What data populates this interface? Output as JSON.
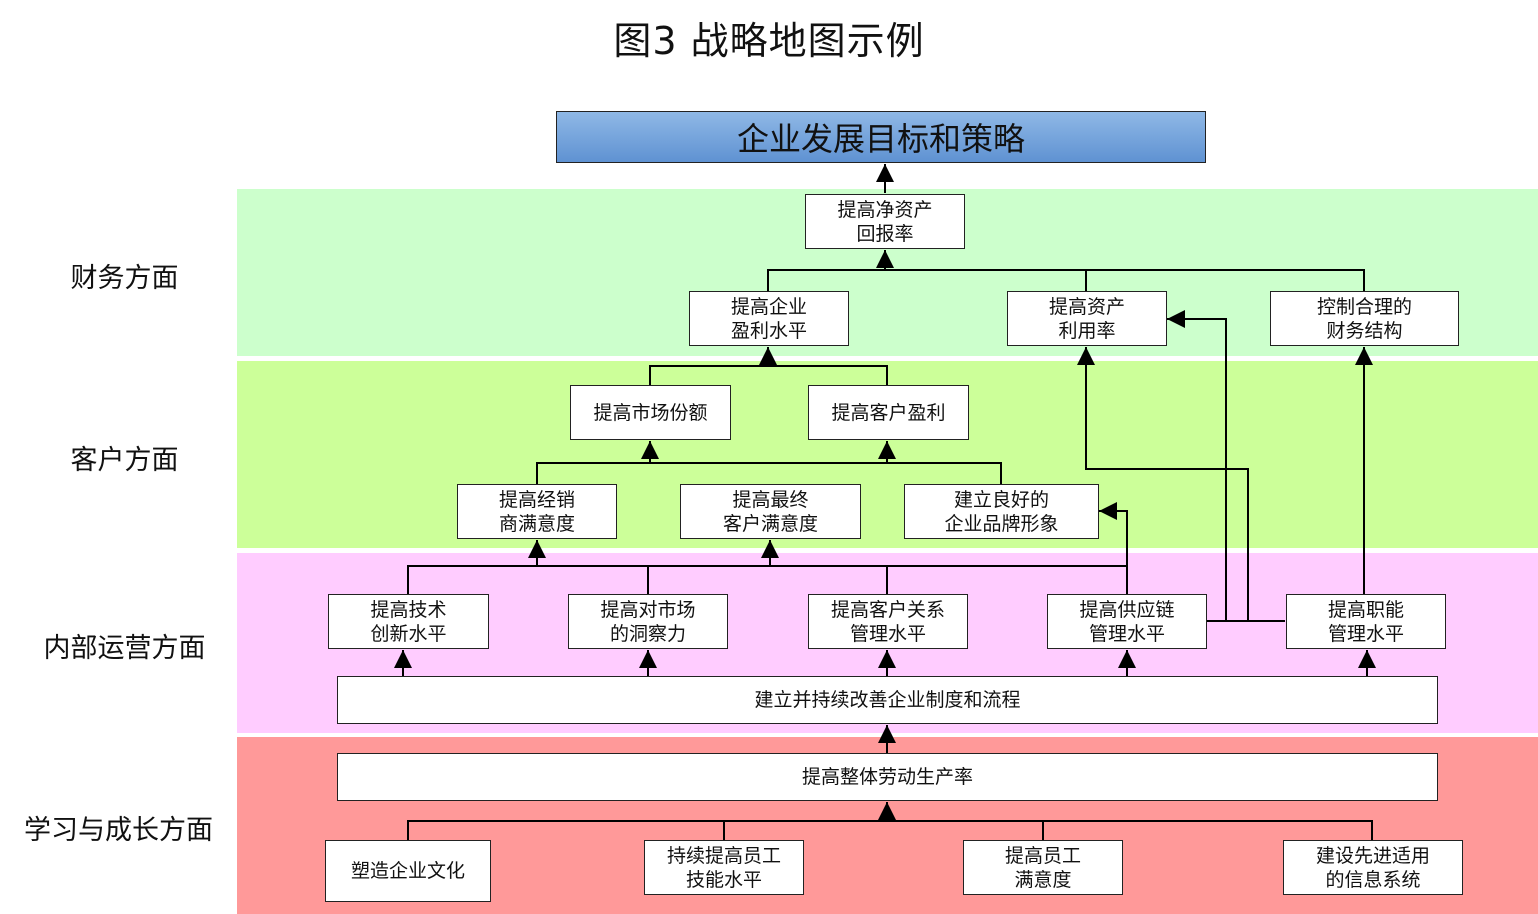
{
  "title": "图3  战略地图示例",
  "colors": {
    "financial_band": "#ccffcc",
    "customer_band": "#ccff99",
    "internal_band": "#ffccff",
    "learning_band": "#ff9999",
    "goal_fill": "#6f9fd8"
  },
  "goal": "企业发展目标和策略",
  "perspectives": {
    "financial": "财务方面",
    "customer": "客户方面",
    "internal": "内部运营方面",
    "learning": "学习与成长方面"
  },
  "nodes": {
    "roe": "提高净资产\n回报率",
    "profit": "提高企业\n盈利水平",
    "asset": "提高资产\n利用率",
    "finstruct": "控制合理的\n财务结构",
    "market_share": "提高市场份额",
    "cust_profit": "提高客户盈利",
    "dealer_sat": "提高经销\n商满意度",
    "end_sat": "提高最终\n客户满意度",
    "brand": "建立良好的\n企业品牌形象",
    "tech": "提高技术\n创新水平",
    "insight": "提高对市场\n的洞察力",
    "crm": "提高客户关系\n管理水平",
    "scm": "提高供应链\n管理水平",
    "func": "提高职能\n管理水平",
    "system": "建立并持续改善企业制度和流程",
    "productivity": "提高整体劳动生产率",
    "culture": "塑造企业文化",
    "skills": "持续提高员工\n技能水平",
    "emp_sat": "提高员工\n满意度",
    "info": "建设先进适用\n的信息系统"
  }
}
